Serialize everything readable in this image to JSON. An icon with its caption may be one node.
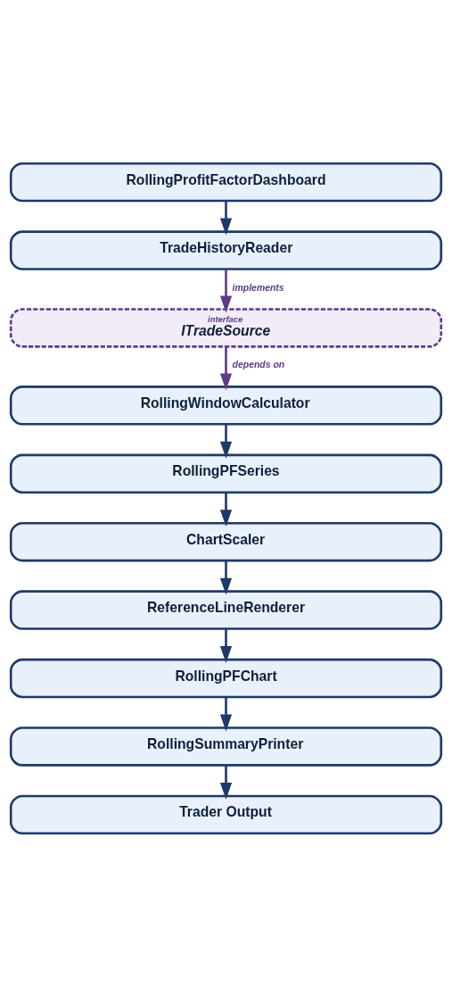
{
  "diagram": {
    "nodes": [
      {
        "text": [
          "RollingProfitFactorDashboard"
        ]
      },
      {
        "text": [
          "TradeHistoryReader"
        ]
      },
      {
        "text": [
          "interface",
          "ITradeSource"
        ]
      },
      {
        "text": [
          "RollingWindowCalculator"
        ]
      },
      {
        "text": [
          "RollingPFSeries"
        ]
      },
      {
        "text": [
          "ChartScaler"
        ]
      },
      {
        "text": [
          "ReferenceLineRenderer"
        ]
      },
      {
        "text": [
          "RollingPFChart"
        ]
      },
      {
        "text": [
          "RollingSummaryPrinter"
        ]
      },
      {
        "text": [
          "Trader Output"
        ]
      }
    ],
    "edges": [
      {
        "from": 0,
        "to": 1,
        "arrow": "to"
      },
      {
        "from": 1,
        "to": 2,
        "arrow": "to",
        "label": "implements",
        "color": "#5e3a87"
      },
      {
        "from": 2,
        "to": 3,
        "arrow": "to",
        "label": "depends on",
        "color": "#5e3a87"
      },
      {
        "from": 3,
        "to": 4,
        "arrow": "to"
      },
      {
        "from": 4,
        "to": 5,
        "arrow": "to"
      },
      {
        "from": 5,
        "to": 6,
        "arrow": "to"
      },
      {
        "from": 6,
        "to": 7,
        "arrow": "to"
      },
      {
        "from": 7,
        "to": 8,
        "arrow": "to"
      },
      {
        "from": 8,
        "to": 9,
        "arrow": "to"
      }
    ]
  }
}
